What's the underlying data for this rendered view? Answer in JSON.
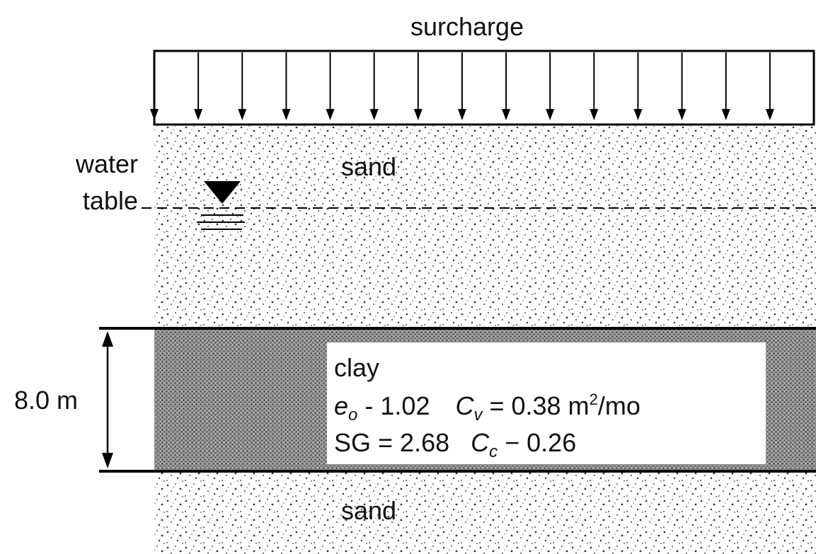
{
  "labels": {
    "surcharge": "surcharge",
    "water_table_line1": "water",
    "water_table_line2": "table",
    "sand_top": "sand",
    "sand_bottom": "sand",
    "clay_thickness": "8.0 m"
  },
  "clay": {
    "name": "clay",
    "e0_symbol": "e",
    "e0_subscript": "o",
    "e0_relation": "- 1.02",
    "cv_symbol": "C",
    "cv_subscript": "v",
    "cv_value": "= 0.38 m",
    "cv_exponent": "2",
    "cv_unit": "/mo",
    "sg_text": "SG = 2.68",
    "cc_symbol": "C",
    "cc_subscript": "c",
    "cc_relation": "− 0.26"
  },
  "surcharge_arrow_count": 15
}
